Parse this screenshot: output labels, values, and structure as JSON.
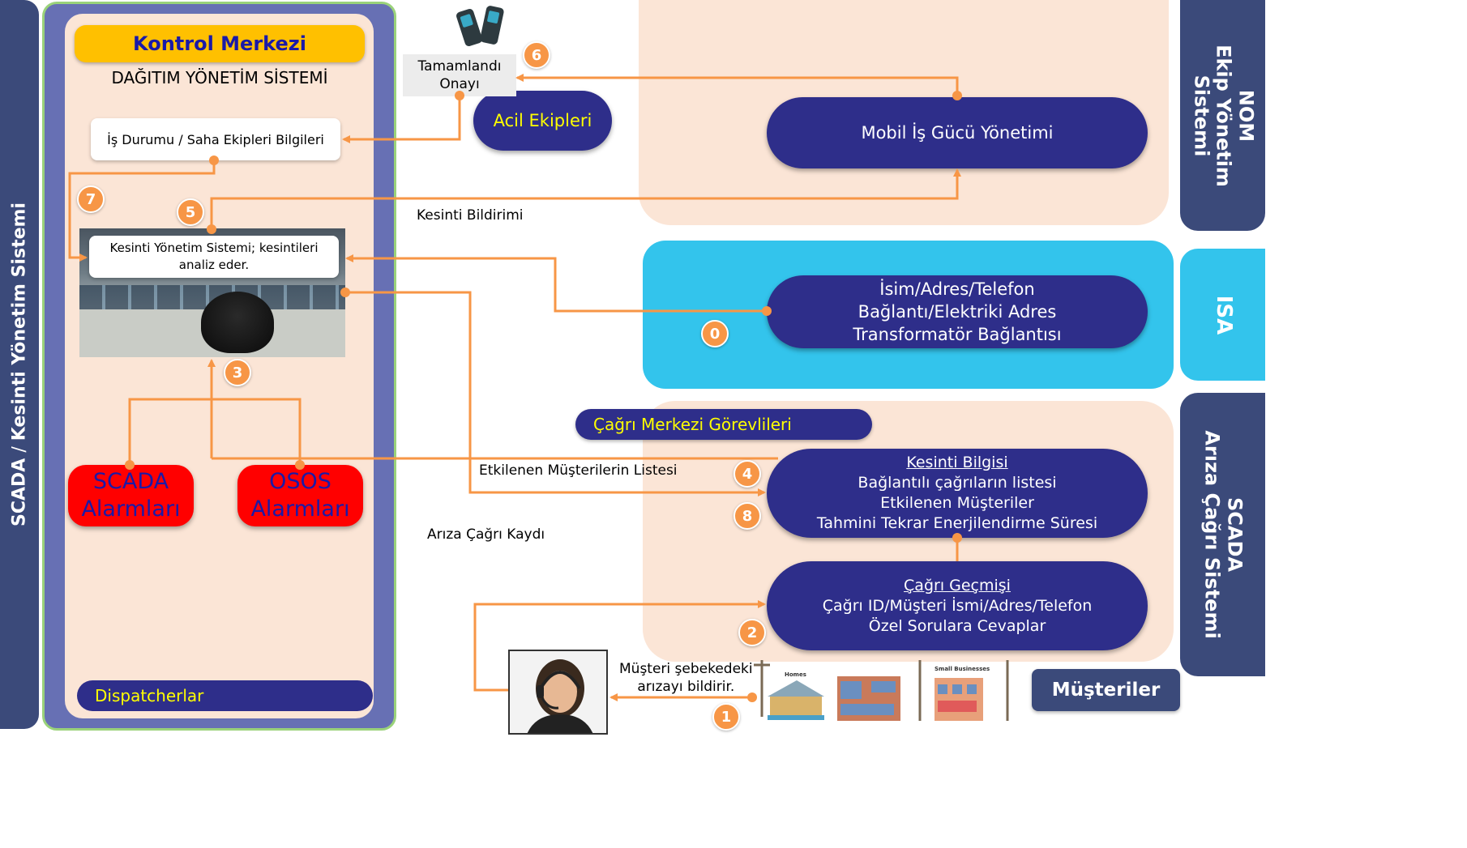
{
  "left_bar": {
    "title_a": "SCADA",
    "title_sep": " / ",
    "title_b": "Kesinti Yönetim Sistemi"
  },
  "control_center": {
    "title": "Kontrol Merkezi",
    "subtitle": "DAĞITIM YÖNETİM SİSTEMİ",
    "work_status": "İş Durumu / Saha Ekipleri Bilgileri",
    "oms_line1": "Kesinti Yönetim Sistemi; kesintileri",
    "oms_line2": "analiz eder.",
    "scada_alarm_l1": "SCADA",
    "scada_alarm_l2": "Alarmları",
    "osos_alarm_l1": "OSOS",
    "osos_alarm_l2": "Alarmları",
    "dispatchers": "Dispatcherlar"
  },
  "completion": {
    "line1": "Tamamlandı",
    "line2": "Onayı"
  },
  "emergency_teams": "Acil Ekipleri",
  "nom": {
    "side_line1": "NOM",
    "side_line2": "Ekip Yönetim",
    "side_line3": "Sistemi",
    "mobile_workforce": "Mobil İş Gücü Yönetimi"
  },
  "isa": {
    "side": "ISA",
    "line1": "İsim/Adres/Telefon",
    "line2": "Bağlantı/Elektriki Adres",
    "line3": "Transformatör Bağlantısı"
  },
  "call_center": {
    "side_line1": "SCADA",
    "side_line2": "Arıza Çağrı Sistemi",
    "staff": "Çağrı Merkezi Görevlileri",
    "outage_title": "Kesinti Bilgisi",
    "outage_l1": "Bağlantılı çağrıların listesi",
    "outage_l2": "Etkilenen Müşteriler",
    "outage_l3": "Tahmini Tekrar Enerjilendirme Süresi",
    "history_title": "Çağrı Geçmişi",
    "history_l1": "Çağrı ID/Müşteri İsmi/Adres/Telefon",
    "history_l2": "Özel Sorulara Cevaplar"
  },
  "labels": {
    "outage_notice": "Kesinti Bildirimi",
    "affected_list": "Etkilenen Müşterilerin Listesi",
    "fault_call_record": "Arıza Çağrı Kaydı",
    "customer_report_l1": "Müşteri şebekedeki",
    "customer_report_l2": "arızayı bildirir."
  },
  "customers": {
    "label": "Müşteriler",
    "homes": "Homes",
    "small_businesses": "Small Businesses"
  },
  "steps": [
    "0",
    "1",
    "2",
    "3",
    "4",
    "5",
    "6",
    "7",
    "8"
  ],
  "colors": {
    "navy": "#2e2e8a",
    "orange_line": "#f79646",
    "peach": "#fbe5d6",
    "isa_blue": "#33c4ec",
    "side_bar": "#3b4a7a",
    "alarm_red": "#ff0000",
    "title_yellow": "#ffc000",
    "staff_label": "#ffff00"
  }
}
